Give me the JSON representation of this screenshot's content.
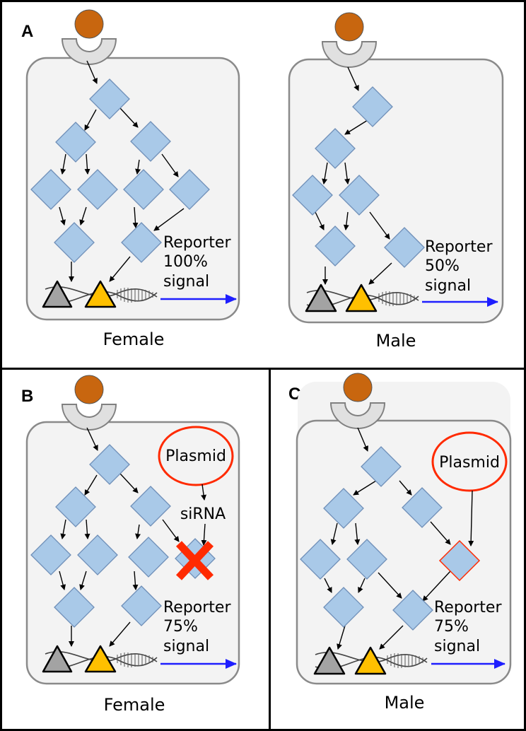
{
  "colors": {
    "ligand": "#c8660f",
    "receptor_fill": "#e0e0e0",
    "receptor_stroke": "#808080",
    "cell_fill": "#f3f3f3",
    "cell_stroke": "#8a8a8a",
    "node_fill": "#a9c9e8",
    "node_stroke": "#6f8fb8",
    "tf_gray": "#a3a3a3",
    "tf_yellow": "#ffc000",
    "arrow_blue": "#1e1eff",
    "plasmid_red": "#ff2a00",
    "knockout_red": "#ff2a00"
  },
  "panels": {
    "A": {
      "letter": "A",
      "female": {
        "caption": "Female",
        "reporter": [
          "Reporter",
          "100%",
          "signal"
        ]
      },
      "male": {
        "caption": "Male",
        "reporter": [
          "Reporter",
          "50%",
          "signal"
        ]
      }
    },
    "B": {
      "letter": "B",
      "caption": "Female",
      "plasmid": "Plasmid",
      "sirna": "siRNA",
      "reporter": [
        "Reporter",
        "75%",
        "signal"
      ]
    },
    "C": {
      "letter": "C",
      "caption": "Male",
      "plasmid": "Plasmid",
      "reporter": [
        "Reporter",
        "75%",
        "signal"
      ]
    }
  }
}
